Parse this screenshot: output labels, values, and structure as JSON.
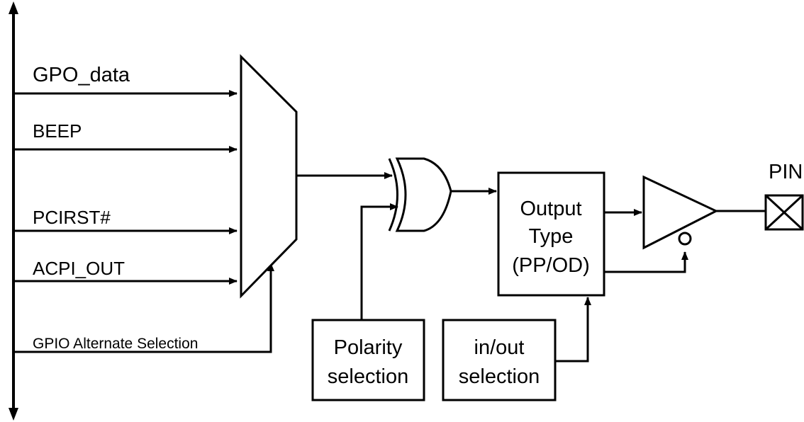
{
  "colors": {
    "stroke": "#000000",
    "background": "#ffffff"
  },
  "inputs": {
    "gpo_data": "GPO_data",
    "beep": "BEEP",
    "pcirst": "PCIRST#",
    "acpi_out": "ACPI_OUT",
    "gpio_alt": "GPIO Alternate Selection"
  },
  "blocks": {
    "polarity_line1": "Polarity",
    "polarity_line2": "selection",
    "inout_line1": "in/out",
    "inout_line2": "selection",
    "output_line1": "Output",
    "output_line2": "Type",
    "output_line3": "(PP/OD)"
  },
  "pin_label": "PIN"
}
